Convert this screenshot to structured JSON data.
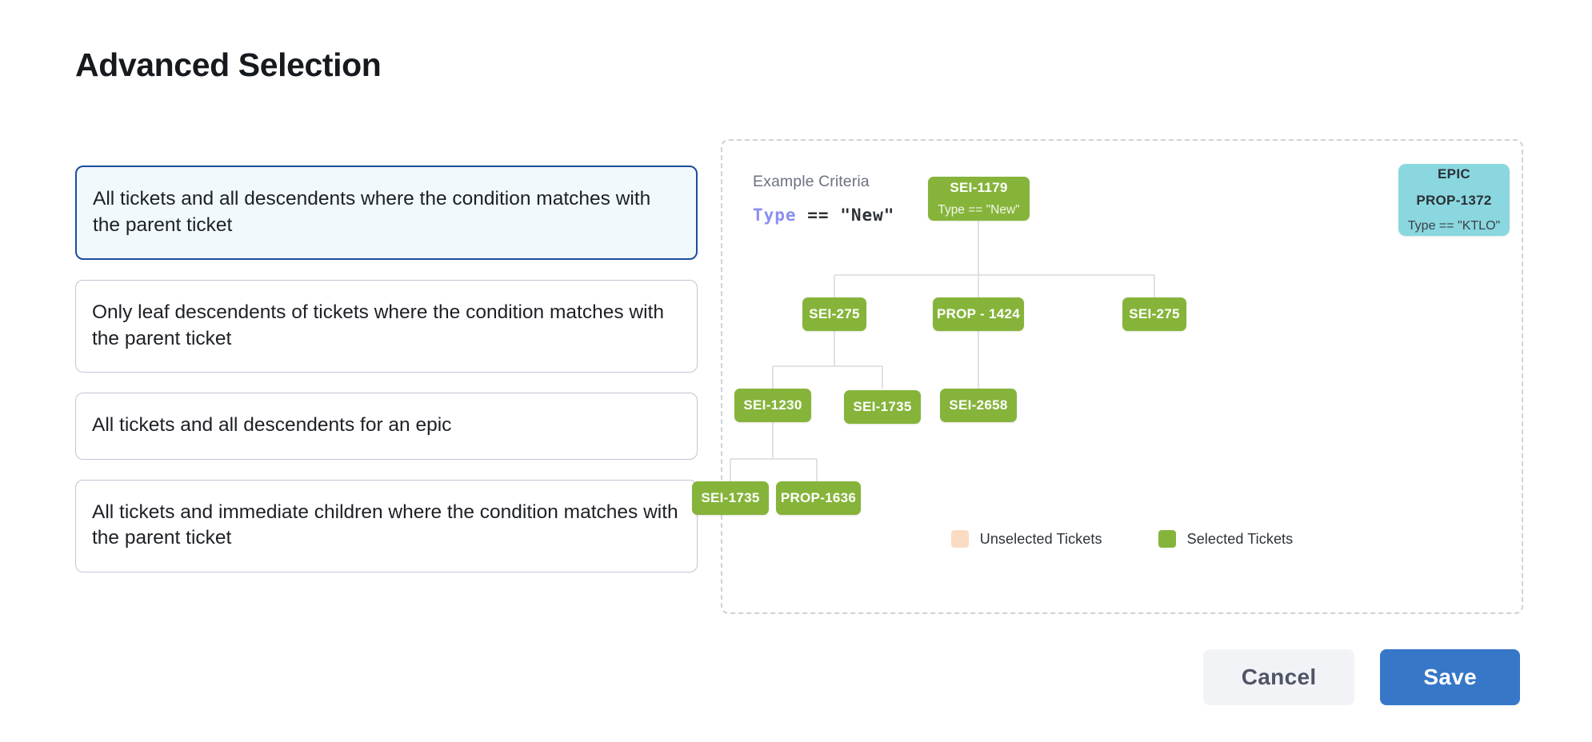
{
  "page": {
    "title": "Advanced Selection"
  },
  "options": [
    {
      "label": "All tickets and all descendents where the condition matches with the parent ticket",
      "selected": true
    },
    {
      "label": "Only leaf descendents of tickets where the condition matches with the parent ticket",
      "selected": false
    },
    {
      "label": "All tickets and all descendents for an epic",
      "selected": false
    },
    {
      "label": "All tickets and immediate children where the condition matches with the parent ticket",
      "selected": false
    }
  ],
  "diagram": {
    "criteria_label": "Example Criteria",
    "criteria_field": "Type",
    "criteria_operator": "==",
    "criteria_value": "\"New\"",
    "nodes": {
      "root": {
        "label": "SEI-1179",
        "sub": "Type == \"New\""
      },
      "epic": {
        "kind": "EPIC",
        "key": "PROP-1372",
        "sub": "Type == \"KTLO\""
      },
      "r2a": {
        "label": "SEI-275"
      },
      "r2b": {
        "label": "PROP - 1424"
      },
      "r2c": {
        "label": "SEI-275"
      },
      "r3a": {
        "label": "SEI-1230"
      },
      "r3b": {
        "label": "SEI-1735"
      },
      "r3c": {
        "label": "SEI-2658"
      },
      "r4a": {
        "label": "SEI-1735"
      },
      "r4b": {
        "label": "PROP-1636"
      }
    },
    "legend": [
      {
        "label": "Unselected Tickets",
        "color": "#fbdcc3"
      },
      {
        "label": "Selected Tickets",
        "color": "#86b43b"
      }
    ]
  },
  "footer": {
    "cancel_label": "Cancel",
    "save_label": "Save"
  },
  "colors": {
    "selected_node": "#86b43b",
    "epic_node": "#8ad7e0",
    "unselected_node": "#fbdcc3",
    "primary": "#3677c8",
    "selected_card_border": "#1c4e9c",
    "selected_card_bg": "#f1f9fc"
  }
}
